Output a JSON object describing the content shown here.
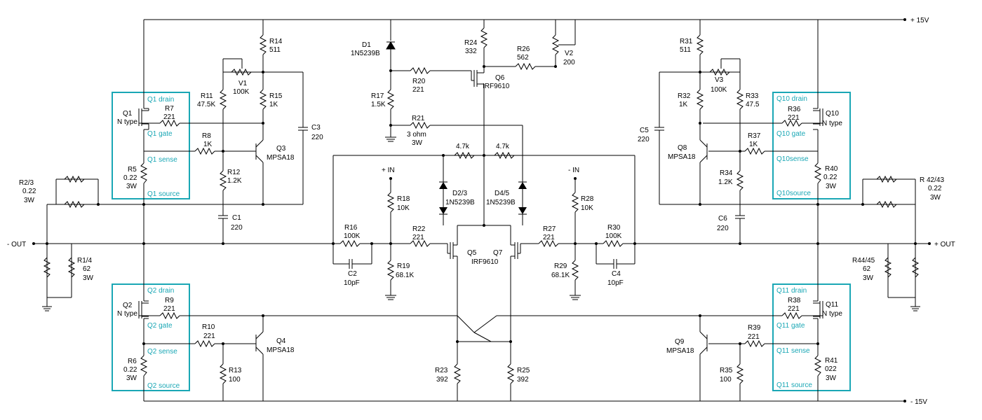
{
  "colors": {
    "wire": "#000000",
    "module_outline": "#1aa7b5",
    "module_text": "#1aa7b5"
  },
  "rails": {
    "pos": "+ 15V",
    "neg": "- 15V",
    "out_neg": "- OUT",
    "out_pos": "+ OUT",
    "in_pos": "+ IN",
    "in_neg": "- IN"
  },
  "labels": {
    "q1_name": "Q1",
    "q1_type": "N type",
    "r7_name": "R7",
    "r7_val": "221",
    "r5_name": "R5",
    "r5_val": "0.22",
    "r5_w": "3W",
    "r8_name": "R8",
    "r8_val": "1K",
    "r11_name": "R11",
    "r11_val": "47.5K",
    "v1_name": "V1",
    "v1_val": "100K",
    "r14_name": "R14",
    "r14_val": "511",
    "r15_name": "R15",
    "r15_val": "1K",
    "c3_name": "C3",
    "c3_val": "220",
    "q3_name": "Q3",
    "q3_type": "MPSA18",
    "r12_name": "R12",
    "r12_val": "1.2K",
    "c1_name": "C1",
    "c1_val": "220",
    "r23_3_name": "R2/3",
    "r23_3_val": "0.22",
    "r23_3_w": "3W",
    "r14_left_name": "R1/4",
    "r14_left_val": "62",
    "r14_left_w": "3W",
    "q2_name": "Q2",
    "q2_type": "N type",
    "r9_name": "R9",
    "r9_val": "221",
    "r6_name": "R6",
    "r6_val": "0.22",
    "r6_w": "3W",
    "r10_name": "R10",
    "r10_val": "221",
    "q4_name": "Q4",
    "q4_type": "MPSA18",
    "r13_name": "R13",
    "r13_val": "100",
    "d1_name": "D1",
    "d1_type": "1N5239B",
    "r17_name": "R17",
    "r17_val": "1.5K",
    "r20_name": "R20",
    "r20_val": "221",
    "r21_name": "R21",
    "r21_val": "3 ohm",
    "r21_w": "3W",
    "r24_name": "R24",
    "r24_val": "332",
    "r26_name": "R26",
    "r26_val": "562",
    "v2_name": "V2",
    "v2_val": "200",
    "q6_name": "Q6",
    "q6_type": "IRF9610",
    "r47a_val": "4.7k",
    "r47b_val": "4.7k",
    "d23_name": "D2/3",
    "d23_type": "1N5239B",
    "d45_name": "D4/5",
    "d45_type": "1N5239B",
    "r18_name": "R18",
    "r18_val": "10K",
    "r16_name": "R16",
    "r16_val": "100K",
    "c2_name": "C2",
    "c2_val": "10pF",
    "r22_name": "R22",
    "r22_val": "221",
    "r19_name": "R19",
    "r19_val": "68.1K",
    "q5_name": "Q5",
    "q7_name": "Q7",
    "q57_type": "IRF9610",
    "r27_name": "R27",
    "r27_val": "221",
    "r28_name": "R28",
    "r28_val": "10K",
    "r29_name": "R29",
    "r29_val": "68.1K",
    "r30_name": "R30",
    "r30_val": "100K",
    "c4_name": "C4",
    "c4_val": "10pF",
    "r23_name": "R23",
    "r23_val": "392",
    "r25_name": "R25",
    "r25_val": "392",
    "r31_name": "R31",
    "r31_val": "511",
    "v3_name": "V3",
    "v3_val": "100K",
    "r32_name": "R32",
    "r32_val": "1K",
    "r33_name": "R33",
    "r33_val": "47.5",
    "c5_name": "C5",
    "c5_val": "220",
    "q8_name": "Q8",
    "q8_type": "MPSA18",
    "r37_name": "R37",
    "r37_val": "1K",
    "r34_name": "R34",
    "r34_val": "1.2K",
    "c6_name": "C6",
    "c6_val": "220",
    "q10_name": "Q10",
    "q10_type": "N type",
    "r36_name": "R36",
    "r36_val": "221",
    "r40_name": "R40",
    "r40_val": "0.22",
    "r40_w": "3W",
    "r4243_name": "R 42/43",
    "r4243_val": "0.22",
    "r4243_w": "3W",
    "r4445_name": "R44/45",
    "r4445_val": "62",
    "r4445_w": "3W",
    "q9_name": "Q9",
    "q9_type": "MPSA18",
    "r39_name": "R39",
    "r39_val": "221",
    "r35_name": "R35",
    "r35_val": "100",
    "q11_name": "Q11",
    "q11_type": "N type",
    "r38_name": "R38",
    "r38_val": "221",
    "r41_name": "R41",
    "r41_val": "022",
    "r41_w": "3W"
  },
  "modules": {
    "q1": {
      "drain": "Q1  drain",
      "gate": "Q1  gate",
      "sense": "Q1  sense",
      "source": "Q1  source"
    },
    "q2": {
      "drain": "Q2  drain",
      "gate": "Q2  gate",
      "sense": "Q2  sense",
      "source": "Q2  source"
    },
    "q10": {
      "drain": "Q10 drain",
      "gate": "Q10 gate",
      "sense": "Q10sense",
      "source": "Q10source"
    },
    "q11": {
      "drain": "Q11 drain",
      "gate": "Q11 gate",
      "sense": "Q11 sense",
      "source": "Q11 source"
    }
  }
}
